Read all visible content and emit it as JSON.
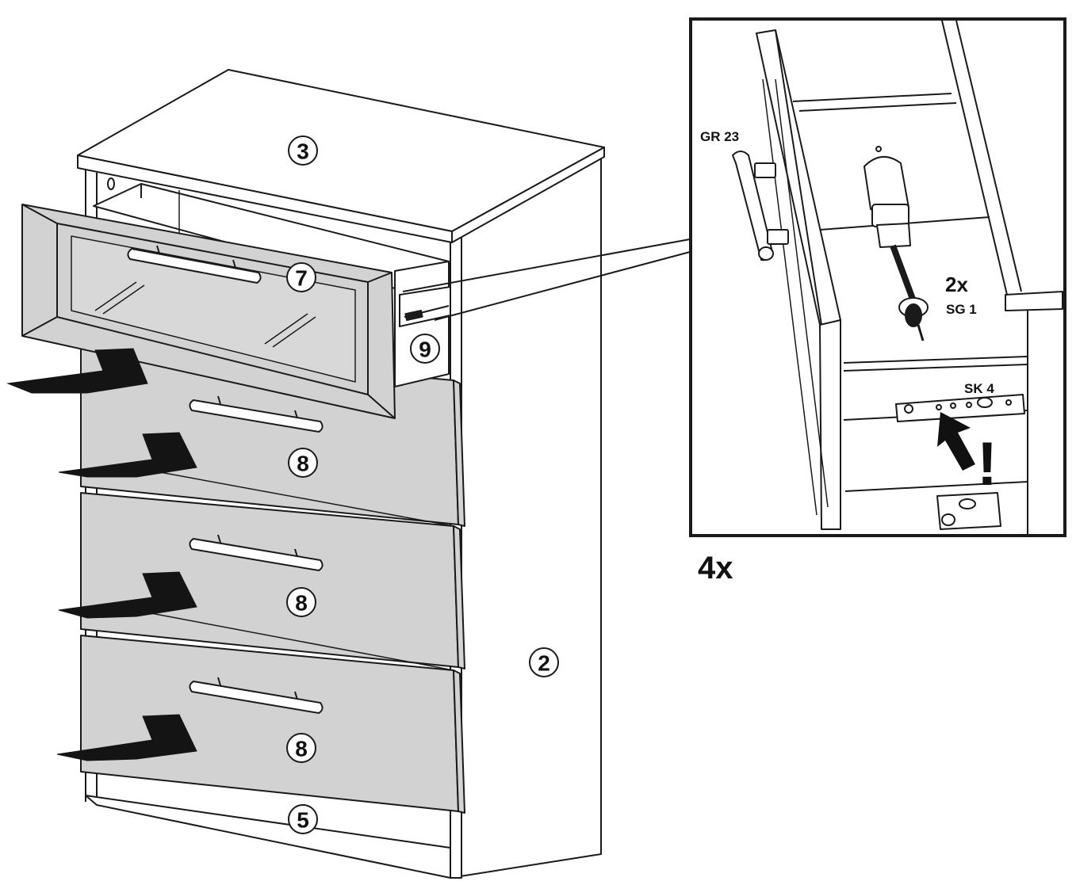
{
  "parts": {
    "top_panel": "3",
    "side_panel": "2",
    "bottom_panel": "5",
    "open_drawer": "7",
    "runner": "9",
    "drawer_1": "8",
    "drawer_2": "8",
    "drawer_3": "8"
  },
  "detail": {
    "handle_code": "GR 23",
    "screw_count": "2x",
    "screw_code": "SG 1",
    "slide_code": "SK 4",
    "warning": "!"
  },
  "quantity": "4x",
  "colors": {
    "line": "#1a1a1a",
    "drawer_fill": "#d2d2d2",
    "panel_fill": "#ffffff",
    "arrow": "#141414"
  }
}
